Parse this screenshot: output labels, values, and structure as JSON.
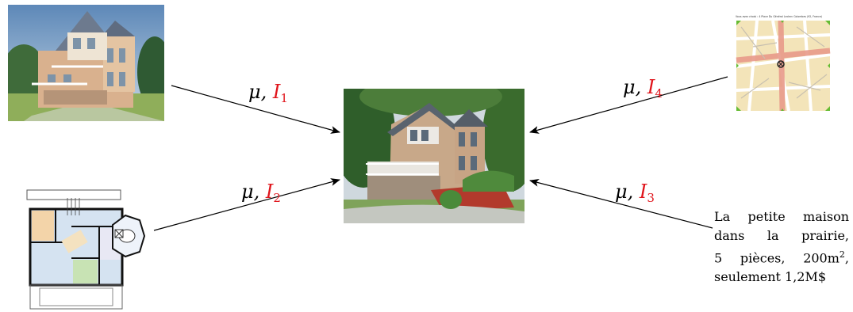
{
  "central_image": {
    "alt": "house photo"
  },
  "sources": {
    "rendering": {
      "alt": "house rendering"
    },
    "floorplan": {
      "alt": "floor plan"
    },
    "map": {
      "alt": "map",
      "header_text": "Vous avez choisi : 4 Place Du Général Leclerc Colombes (92, France)"
    }
  },
  "arrow_labels": [
    {
      "id": "I1",
      "mu": "μ,",
      "symbol": "I",
      "subscript": "1"
    },
    {
      "id": "I2",
      "mu": "μ,",
      "symbol": "I",
      "subscript": "2"
    },
    {
      "id": "I3",
      "mu": "μ,",
      "symbol": "I",
      "subscript": "3"
    },
    {
      "id": "I4",
      "mu": "μ,",
      "symbol": "I",
      "subscript": "4"
    }
  ],
  "description": {
    "line1": "La petite maison",
    "line2": "dans la prairie,",
    "line3_pre": "5 pièces, 200m",
    "line3_sup": "2",
    "line3_post": ",",
    "line4": "seulement 1,2M$"
  },
  "colors": {
    "index_red": "#e0141b",
    "arrow": "#000000"
  }
}
